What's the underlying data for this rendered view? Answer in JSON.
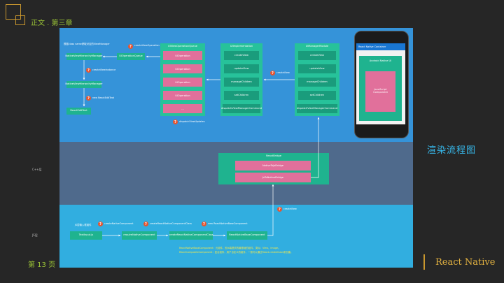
{
  "slide": {
    "chapter": "正文 . 第三章",
    "caption": "渲染流程图",
    "page_number": "第 13 页",
    "footer_title": "React Native",
    "colors": {
      "accent_gold": "#c9972e",
      "accent_green": "#9cc536",
      "caption_blue": "#36b6e8"
    }
  },
  "bands": {
    "bridge_label": "C++层",
    "native_label": "JS层"
  },
  "js_layer": {
    "title_note": "根据class name获取对应的ViewManager",
    "steps": {
      "create_view_operation": "createViewOperation",
      "create_view_instance": "createViewInstance",
      "new_react_edit_text": "new ReactEditText"
    },
    "left_boxes": {
      "native_view_hierarchy_manager_1": "NativeViewHierarchyManager",
      "ui_operation_queue": "UIOperationQueue",
      "native_view_hierarchy_manager_2": "NativeViewHierarchyManager",
      "react_edit_text": "ReactEditText"
    },
    "queue_panel": {
      "title": "UIViewOperationQueue",
      "items": [
        "UIOperation",
        "UIOperation",
        "UIOperation",
        "UIOperation",
        "..."
      ]
    },
    "impl_panel": {
      "title": "UIImplementation",
      "items": [
        "createView",
        "updateView",
        "manageChildren",
        "setChildren",
        "dispatchViewManagerCommand"
      ]
    },
    "module_panel": {
      "title": "UIManagerModule",
      "items": [
        "createView",
        "updateView",
        "manageChildren",
        "setChildren",
        "dispatchViewManagerCommand"
      ]
    },
    "dispatch_note": "dispatchViewUpdates",
    "create_view_note": "createView"
  },
  "phone": {
    "app_bar": "React Native Container",
    "native_ui": "Android Native UI",
    "js_component": "JavaScript Component"
  },
  "bridge_layer": {
    "title": "ReactBridge",
    "items": [
      "NativeToJsBridge",
      "JsToNativeBridge"
    ],
    "create_view_note": "createView"
  },
  "native_layer": {
    "entry_note": "JS层输入框组件",
    "create_native_component": "createNativeComponent",
    "create_react_native_component_class": "createReactNativeComponentClass",
    "new_react_native_base_component": "new ReactNativeBaseComponent",
    "boxes": [
      "TextInput.js",
      "requireNativeComponent",
      "createReactNativeComponentClass",
      "ReactNativeBaseComponent"
    ],
    "footnote_1": "ReactNativeBaseComponent：元组件，即js端提供的最基础的组件，类似：View、Image。",
    "footnote_2": "ReactCompositeComponent：复合组件，用户自定义的组件，一般可以通过React.createClass来创建。"
  },
  "markers": {
    "step": "?"
  }
}
